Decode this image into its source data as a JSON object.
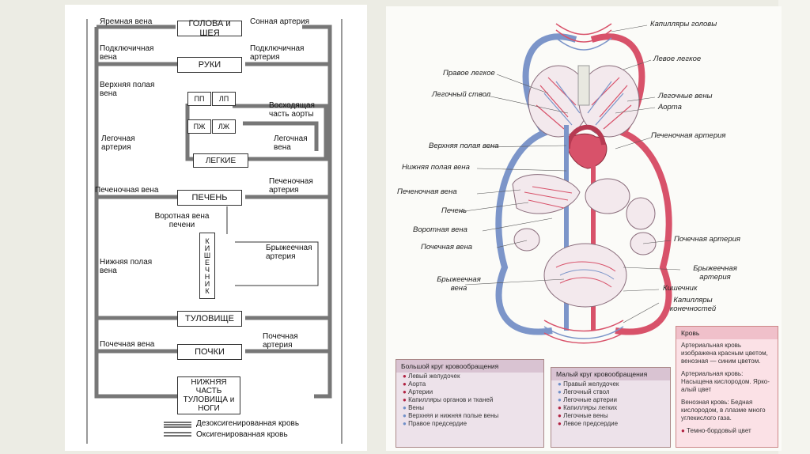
{
  "left_diagram": {
    "boxes": {
      "head_neck": "ГОЛОВА и ШЕЯ",
      "arms": "РУКИ",
      "ra": "ПП",
      "la": "ЛП",
      "rv": "ПЖ",
      "lv": "ЛЖ",
      "lungs": "ЛЕГКИЕ",
      "liver": "ПЕЧЕНЬ",
      "intestine": "КИШЕЧНИК",
      "trunk": "ТУЛОВИЩЕ",
      "kidneys": "ПОЧКИ",
      "lower_body": "НИЖНЯЯ ЧАСТЬ ТУЛОВИЩА и НОГИ"
    },
    "labels": {
      "jugular": "Яремная вена",
      "carotid": "Сонная артерия",
      "subclavian_vein": "Подключичная вена",
      "subclavian_artery": "Подключичная артерия",
      "superior_vena_cava": "Верхняя полая вена",
      "ascending_aorta": "Восходящая часть аорты",
      "pulmonary_artery": "Легочная артерия",
      "pulmonary_vein": "Легочная вена",
      "hepatic_vein": "Печеночная вена",
      "hepatic_artery": "Печеночная артерия",
      "portal_vein": "Воротная вена печени",
      "mesenteric_artery": "Брыжеечная артерия",
      "inferior_vena_cava": "Нижняя полая вена",
      "renal_vein": "Почечная вена",
      "renal_artery": "Почечная артерия"
    },
    "legend": {
      "deoxy": "Дезоксигенированная кровь",
      "oxy": "Оксигенированная кровь"
    }
  },
  "right_diagram": {
    "labels": {
      "head_capillaries": "Капилляры головы",
      "left_lung": "Левое легкое",
      "right_lung": "Правое легкое",
      "pulmonary_trunk": "Легочный ствол",
      "pulmonary_veins": "Легочные вены",
      "aorta": "Аорта",
      "hepatic_artery": "Печеночная артерия",
      "superior_vena_cava": "Верхняя полая вена",
      "inferior_vena_cava": "Нижняя полая вена",
      "hepatic_vein": "Печеночная вена",
      "liver": "Печень",
      "portal_vein": "Воротная вена",
      "renal_artery": "Почечная артерия",
      "renal_vein": "Почечная вена",
      "mesenteric_artery": "Брыжеечная артерия",
      "mesenteric_vein": "Брыжеечная вена",
      "intestine": "Кишечник",
      "limb_capillaries": "Капилляры конечностей"
    },
    "systemic": {
      "title": "Большой круг кровообращения",
      "items": [
        "Левый желудочек",
        "Аорта",
        "Артерии",
        "Капилляры органов и тканей",
        "Вены",
        "Верхняя и нижняя полые вены",
        "Правое предсердие"
      ]
    },
    "pulmonary": {
      "title": "Малый круг кровообращения",
      "items": [
        "Правый желудочек",
        "Легочный ствол",
        "Легочные артерии",
        "Капилляры легких",
        "Легочные вены",
        "Левое предсердие"
      ]
    },
    "blood": {
      "title": "Кровь",
      "text1": "Артериальная кровь изображена красным цветом, венозная — синим цветом.",
      "text2": "Артериальная кровь: Насыщена кислородом. Ярко-алый цвет",
      "text3": "Венозная кровь: Бедная кислородом, в ллазме много углекислого газа.",
      "text4": "Темно-бордовый цвет"
    }
  },
  "colors": {
    "artery": "#d8526a",
    "vein": "#6f8fc8",
    "pink_bg": "#f2e4ec"
  }
}
